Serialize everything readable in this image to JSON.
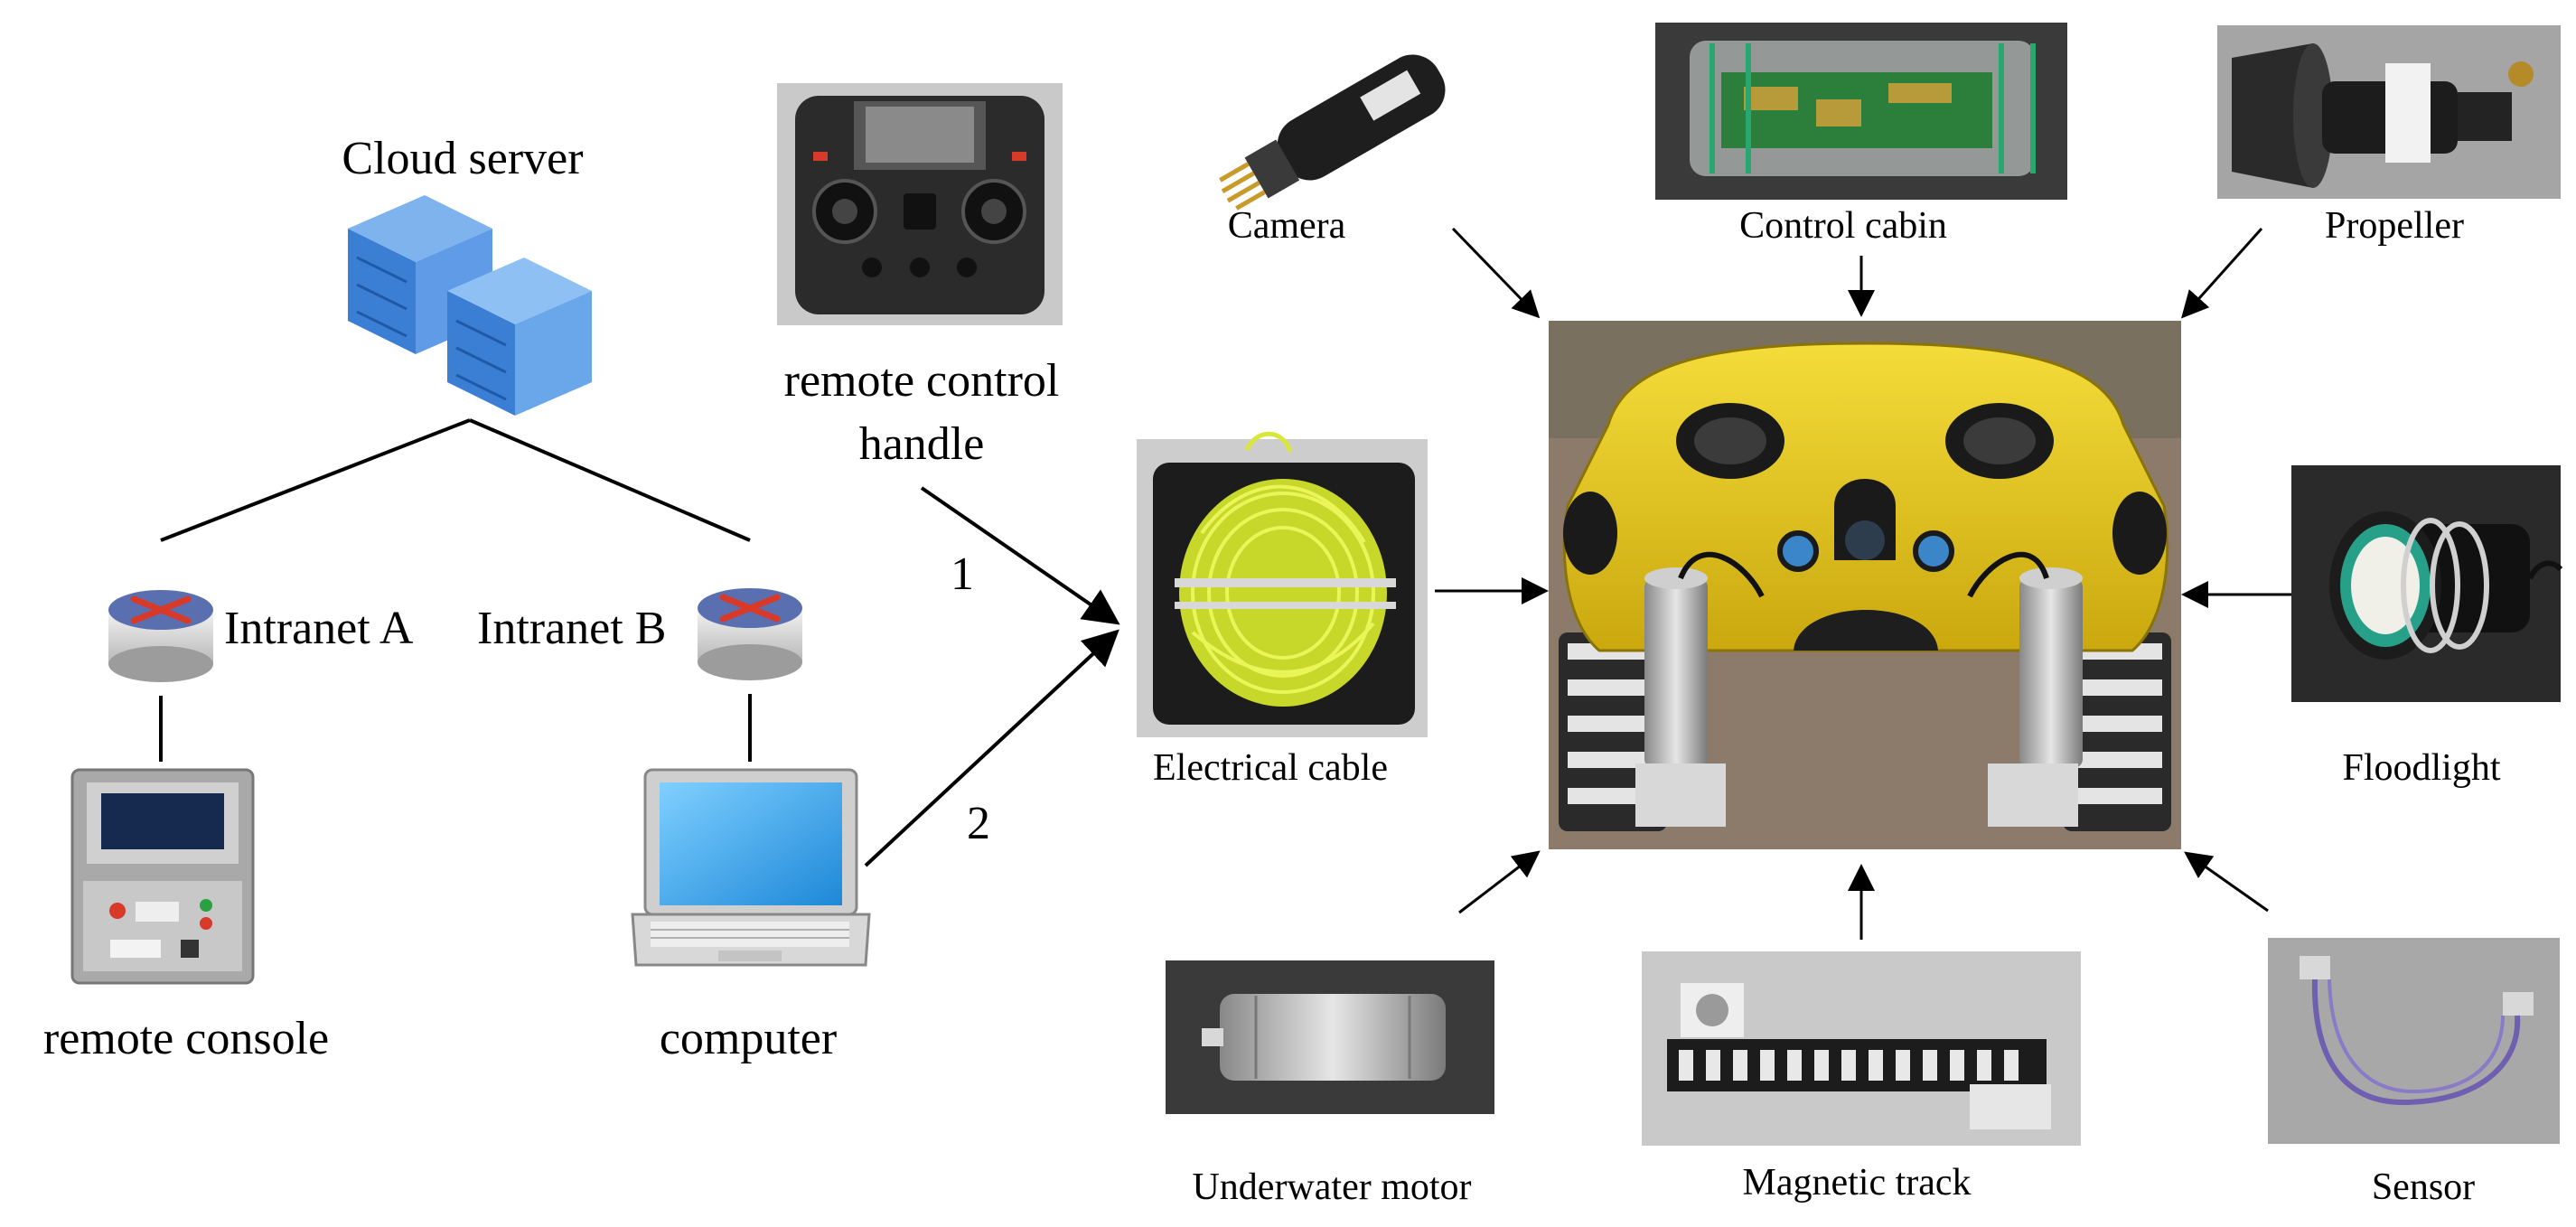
{
  "network": {
    "cloud_server_label": "Cloud server",
    "intranet_a_label": "Intranet A",
    "intranet_b_label": "Intranet B",
    "remote_console_label": "remote console",
    "computer_label": "computer",
    "remote_handle_label_line1": "remote control",
    "remote_handle_label_line2": "handle",
    "link_1_label": "1",
    "link_2_label": "2"
  },
  "components": {
    "camera": "Camera",
    "control_cabin": "Control cabin",
    "propeller": "Propeller",
    "electrical_cable": "Electrical cable",
    "floodlight": "Floodlight",
    "underwater_motor": "Underwater motor",
    "magnetic_track": "Magnetic track",
    "sensor": "Sensor"
  },
  "colors": {
    "robot_body": "#e8c81a",
    "server_blue": "#4a8fe0",
    "router_red": "#d83a2a",
    "cable_yellow": "#d8e83a",
    "line": "#000000"
  }
}
